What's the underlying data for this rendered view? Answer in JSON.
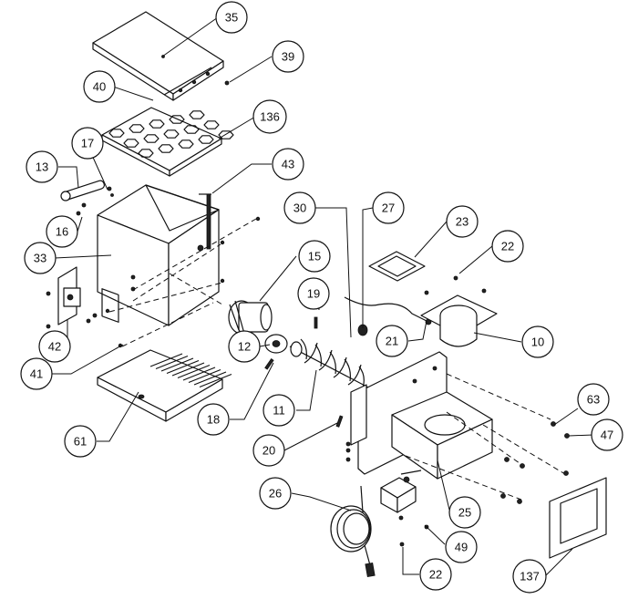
{
  "callouts": [
    {
      "id": "c35",
      "label": "35"
    },
    {
      "id": "c39",
      "label": "39"
    },
    {
      "id": "c40",
      "label": "40"
    },
    {
      "id": "c136",
      "label": "136"
    },
    {
      "id": "c17",
      "label": "17"
    },
    {
      "id": "c13",
      "label": "13"
    },
    {
      "id": "c43",
      "label": "43"
    },
    {
      "id": "c16",
      "label": "16"
    },
    {
      "id": "c30",
      "label": "30"
    },
    {
      "id": "c27",
      "label": "27"
    },
    {
      "id": "c23",
      "label": "23"
    },
    {
      "id": "c22a",
      "label": "22"
    },
    {
      "id": "c33",
      "label": "33"
    },
    {
      "id": "c15",
      "label": "15"
    },
    {
      "id": "c19",
      "label": "19"
    },
    {
      "id": "c42",
      "label": "42"
    },
    {
      "id": "c21",
      "label": "21"
    },
    {
      "id": "c10",
      "label": "10"
    },
    {
      "id": "c12",
      "label": "12"
    },
    {
      "id": "c41",
      "label": "41"
    },
    {
      "id": "c18",
      "label": "18"
    },
    {
      "id": "c11",
      "label": "11"
    },
    {
      "id": "c63",
      "label": "63"
    },
    {
      "id": "c47",
      "label": "47"
    },
    {
      "id": "c61",
      "label": "61"
    },
    {
      "id": "c20",
      "label": "20"
    },
    {
      "id": "c25",
      "label": "25"
    },
    {
      "id": "c26",
      "label": "26"
    },
    {
      "id": "c49",
      "label": "49"
    },
    {
      "id": "c22b",
      "label": "22"
    },
    {
      "id": "c137",
      "label": "137"
    }
  ]
}
